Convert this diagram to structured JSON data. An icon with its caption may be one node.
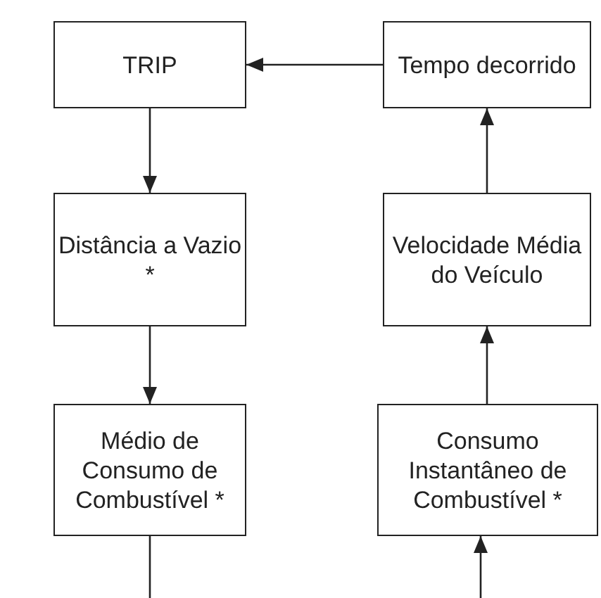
{
  "diagram": {
    "nodes": [
      {
        "text": [
          "TRIP"
        ]
      },
      {
        "text": [
          "Distância a Vazio *"
        ]
      },
      {
        "text": [
          "Médio de Consumo de Combustível *"
        ]
      },
      {
        "text": [
          "Tempo decorrido"
        ]
      },
      {
        "text": [
          "Velocidade Média do Veículo"
        ]
      },
      {
        "text": [
          "Consumo Instantâneo de Combustível *"
        ]
      }
    ],
    "edges": [
      {
        "from": 3,
        "to": 0,
        "arrow": "to"
      },
      {
        "from": 0,
        "to": 1,
        "arrow": "to"
      },
      {
        "from": 1,
        "to": 2,
        "arrow": "to"
      },
      {
        "from": 4,
        "to": 3,
        "arrow": "to"
      },
      {
        "from": 5,
        "to": 4,
        "arrow": "to"
      },
      {
        "from": 2,
        "to": null,
        "arrow": "none"
      },
      {
        "from": null,
        "to": 5,
        "arrow": "to"
      }
    ]
  }
}
